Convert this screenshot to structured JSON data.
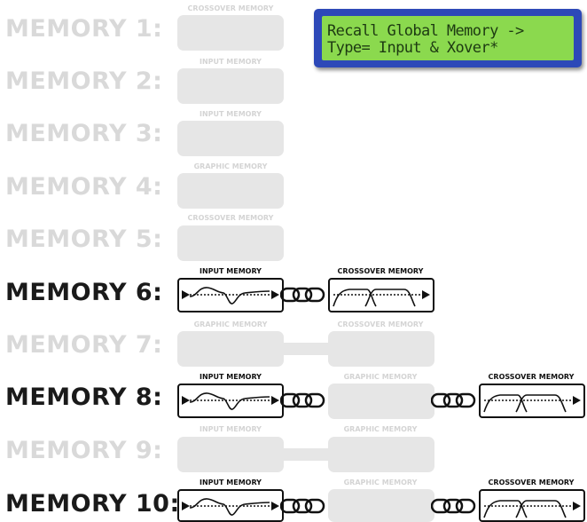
{
  "lcd": {
    "line1": "Recall Global Memory ->",
    "line2": "Type= Input & Xover*"
  },
  "memories": [
    {
      "label": "MEMORY 1:",
      "active": false,
      "slots": [
        "CROSSOVER MEMORY"
      ]
    },
    {
      "label": "MEMORY 2:",
      "active": false,
      "slots": [
        "INPUT MEMORY"
      ]
    },
    {
      "label": "MEMORY 3:",
      "active": false,
      "slots": [
        "INPUT MEMORY"
      ]
    },
    {
      "label": "MEMORY 4:",
      "active": false,
      "slots": [
        "GRAPHIC MEMORY"
      ]
    },
    {
      "label": "MEMORY 5:",
      "active": false,
      "slots": [
        "CROSSOVER MEMORY"
      ]
    },
    {
      "label": "MEMORY 6:",
      "active": true,
      "slots": [
        "INPUT MEMORY",
        "CROSSOVER MEMORY"
      ]
    },
    {
      "label": "MEMORY 7:",
      "active": false,
      "slots": [
        "GRAPHIC MEMORY",
        "CROSSOVER MEMORY"
      ]
    },
    {
      "label": "MEMORY 8:",
      "active": true,
      "slots": [
        "INPUT MEMORY",
        "GRAPHIC MEMORY",
        "CROSSOVER MEMORY"
      ]
    },
    {
      "label": "MEMORY 9:",
      "active": false,
      "slots": [
        "INPUT MEMORY",
        "GRAPHIC MEMORY"
      ]
    },
    {
      "label": "MEMORY 10:",
      "active": true,
      "slots": [
        "INPUT MEMORY",
        "GRAPHIC MEMORY",
        "CROSSOVER MEMORY"
      ]
    }
  ]
}
